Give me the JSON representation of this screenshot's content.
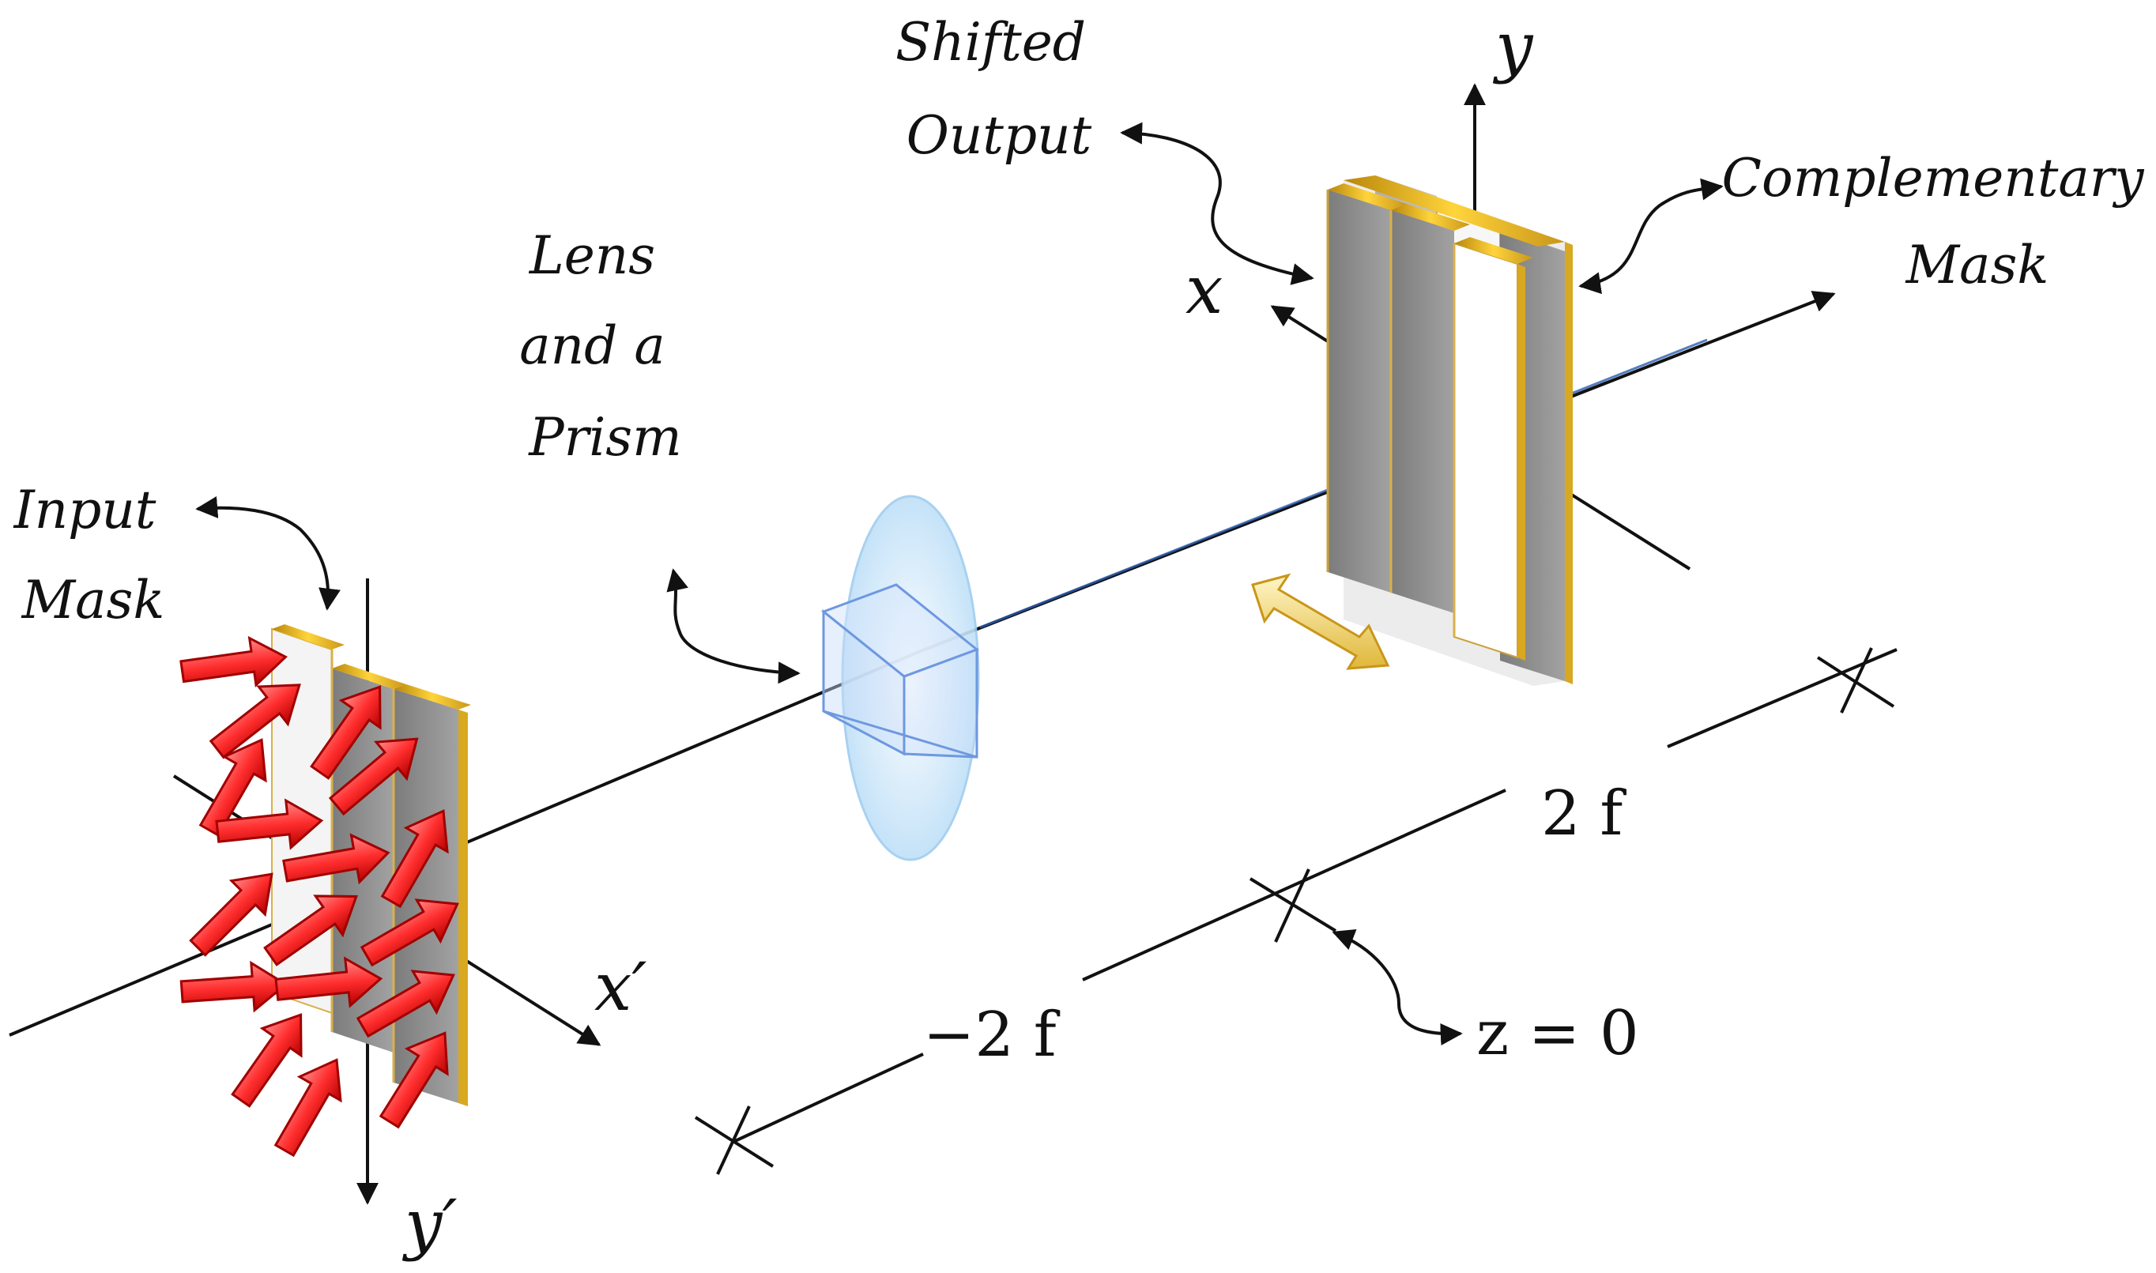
{
  "labels": {
    "shifted_output": [
      "Shifted",
      "Output"
    ],
    "complementary_mask": [
      "Complementary",
      "Mask"
    ],
    "lens_prism": [
      "Lens",
      "and a",
      "Prism"
    ],
    "input_mask": [
      "Input",
      "Mask"
    ],
    "axis_y": "y",
    "axis_x": "x",
    "axis_x_prime": "x′",
    "axis_y_prime": "y′",
    "dist_pos": "2 f",
    "dist_neg": "−2 f",
    "z_origin": "z = 0"
  },
  "colors": {
    "line": "#111111",
    "arrow_red": "#e8202a",
    "mask_gray": "#8e8e8e",
    "mask_gold": "#f2c21b",
    "lens_blue": "#cfe8fb",
    "prism_blue": "#7fa6e8",
    "shift_arrow": "#f5df7a"
  },
  "icons": {
    "polarization_arrows": "red-arrow-icon",
    "shift_indicator": "double-arrow-icon"
  }
}
